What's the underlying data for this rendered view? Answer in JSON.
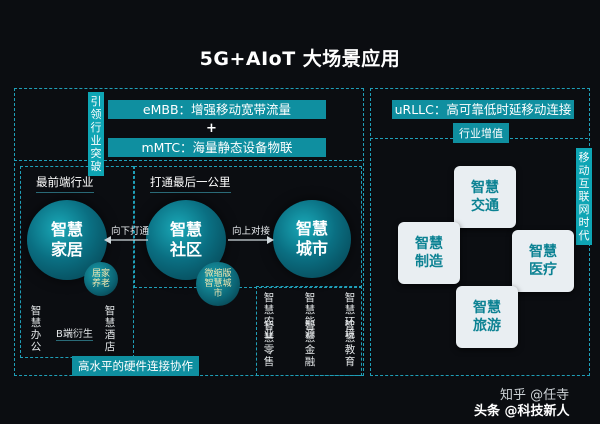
{
  "title": "5G+AIoT 大场景应用",
  "left_panel": {
    "side_tag": "引领行业突破",
    "embb": "eMBB：增强移动宽带流量",
    "plus": "+",
    "mmtc": "mMTC：海量静态设备物联",
    "frontier_label": "最前端行业",
    "last_mile_label": "打通最后一公里",
    "bottom_tag": "高水平的硬件连接协作",
    "circles": {
      "home": "智慧家居",
      "community": "智慧社区",
      "city": "智慧城市"
    },
    "small_circles": {
      "elderly": "居家养老",
      "micro_city": "微缩版智慧城市"
    },
    "arrows": {
      "down": "向下打通",
      "up": "向上对接"
    },
    "verticals": {
      "office": "智慧办公",
      "b_end": "B端衍生",
      "hotel": "智慧酒店",
      "agriculture": "智慧农业",
      "energy": "智慧能源",
      "environment": "智慧环境",
      "retail": "智慧零售",
      "finance": "智慧金融",
      "education": "智慧教育"
    }
  },
  "right_panel": {
    "urllc": "uRLLC：高可靠低时延移动连接",
    "industry_tag": "行业增值",
    "side_tag": "移动互联网时代",
    "diamonds": {
      "transport": "智慧交通",
      "manufacturing": "智慧制造",
      "medical": "智慧医疗",
      "tourism": "智慧旅游"
    }
  },
  "watermark": {
    "zhihu": "知乎 @任寺",
    "toutiao": "头条 @科技新人"
  },
  "colors": {
    "accent": "#0f8fa0",
    "dash": "#1f9fb8",
    "diamond_text": "#0c8293"
  }
}
